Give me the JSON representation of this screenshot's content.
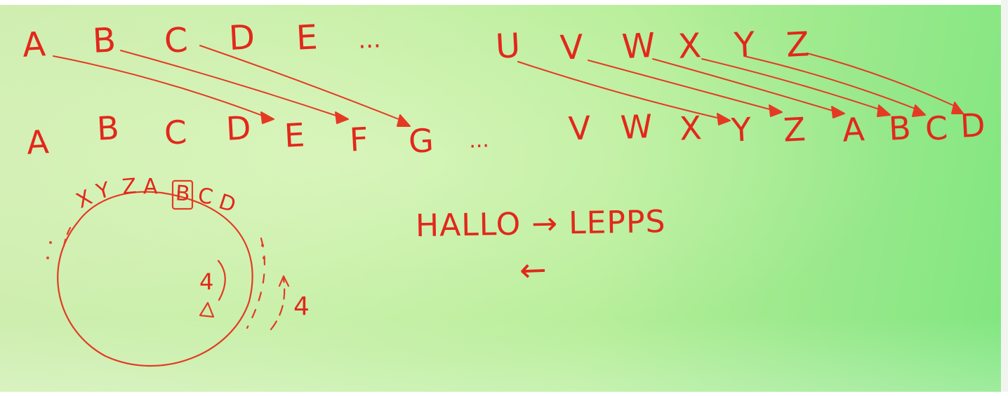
{
  "whiteboard": {
    "ink_color": "#e2281b",
    "board_color": "#c6efa6",
    "top_row": [
      "A",
      "B",
      "C",
      "D",
      "E",
      "...",
      "U",
      "V",
      "W",
      "X",
      "Y",
      "Z"
    ],
    "bottom_row": [
      "A",
      "B",
      "C",
      "D",
      "E",
      "F",
      "G",
      "...",
      "V",
      "W",
      "X",
      "Y",
      "Z",
      "A",
      "B",
      "C",
      "D"
    ],
    "ring_letters": [
      "X",
      "Y",
      "Z",
      "A",
      "B",
      "C",
      "D"
    ],
    "ring_step_label": "4",
    "outer_step_label": "4",
    "equation": "HALLO → LEPPS",
    "reverse_arrow": "←"
  }
}
